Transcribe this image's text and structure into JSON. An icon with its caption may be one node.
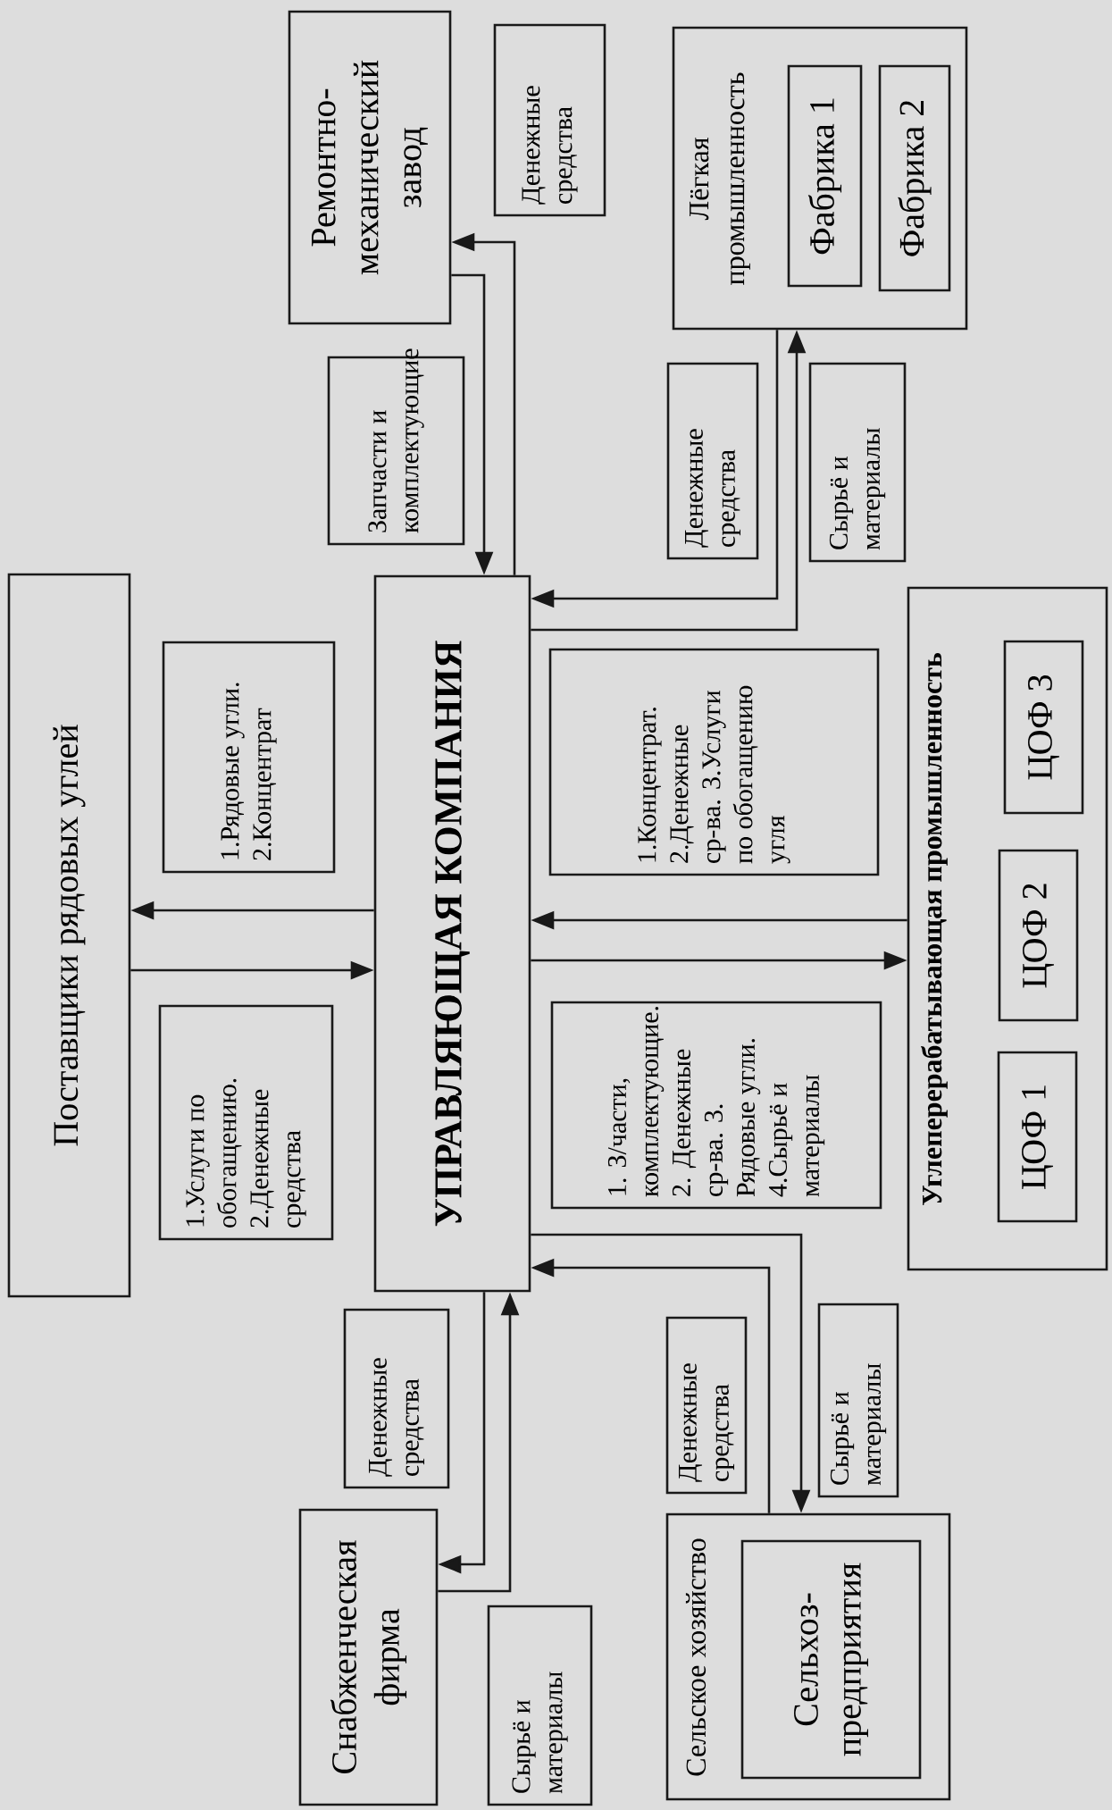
{
  "diagram": {
    "nodes": [
      {
        "text": [
          "Поставщики рядовых углей"
        ]
      },
      {
        "text": [
          "1.Рядовые угли. 2.Концентрат"
        ]
      },
      {
        "text": [
          "1.Услуги по обогащению. 2.Денежные средства"
        ]
      },
      {
        "text": [
          "Ремонтно-механический завод"
        ]
      },
      {
        "text": [
          "Запчасти и комплектующие"
        ]
      },
      {
        "text": [
          "УПРАВЛЯЮЩАЯ КОМПАНИЯ"
        ]
      },
      {
        "text": [
          "Денежные средства"
        ]
      },
      {
        "text": [
          "Лёгкая промышленность"
        ]
      },
      {
        "text": [
          "Фабрика 1"
        ],
        "in": 7
      },
      {
        "text": [
          "Фабрика 2"
        ],
        "in": 7
      },
      {
        "text": [
          "Денежные средства"
        ]
      },
      {
        "text": [
          "Сырьё и материалы"
        ]
      },
      {
        "text": [
          "1.Концентрат. 2.Денежные ср-ва. 3.Услуги по обогащению угля"
        ]
      },
      {
        "text": [
          "1. З/части, комплектующие. 2. Денежные ср-ва. 3. Рядовые угли. 4.Сырьё и материалы"
        ]
      },
      {
        "text": [
          "Денежные средства"
        ]
      },
      {
        "text": [
          "Снабженческая фирма"
        ]
      },
      {
        "text": [
          "Сырьё и материалы"
        ]
      },
      {
        "text": [
          "Денежные средства"
        ]
      },
      {
        "text": [
          "Сырьё и материалы"
        ]
      },
      {
        "text": [
          "Углеперерабатывающая промышленность"
        ]
      },
      {
        "text": [
          "ЦОФ 1"
        ],
        "in": 19
      },
      {
        "text": [
          "ЦОФ 2"
        ],
        "in": 19
      },
      {
        "text": [
          "ЦОФ 3"
        ],
        "in": 19
      },
      {
        "text": [
          "Сельское хозяйство"
        ]
      },
      {
        "text": [
          "Сельхоз-предприятия"
        ],
        "in": 23
      }
    ],
    "edges": [
      {
        "from": 5,
        "to": 0,
        "arrow": "to"
      },
      {
        "from": 0,
        "to": 5,
        "arrow": "to"
      },
      {
        "from": 3,
        "to": 5,
        "arrow": "to"
      },
      {
        "from": 5,
        "to": 3,
        "arrow": "to"
      },
      {
        "from": 7,
        "to": 5,
        "arrow": "to"
      },
      {
        "from": 5,
        "to": 7,
        "arrow": "to"
      },
      {
        "from": 19,
        "to": 5,
        "arrow": "to"
      },
      {
        "from": 5,
        "to": 19,
        "arrow": "to"
      },
      {
        "from": 5,
        "to": 15,
        "arrow": "to"
      },
      {
        "from": 15,
        "to": 5,
        "arrow": "to"
      },
      {
        "from": 5,
        "to": 23,
        "arrow": "to"
      },
      {
        "from": 23,
        "to": 5,
        "arrow": "to"
      }
    ]
  }
}
